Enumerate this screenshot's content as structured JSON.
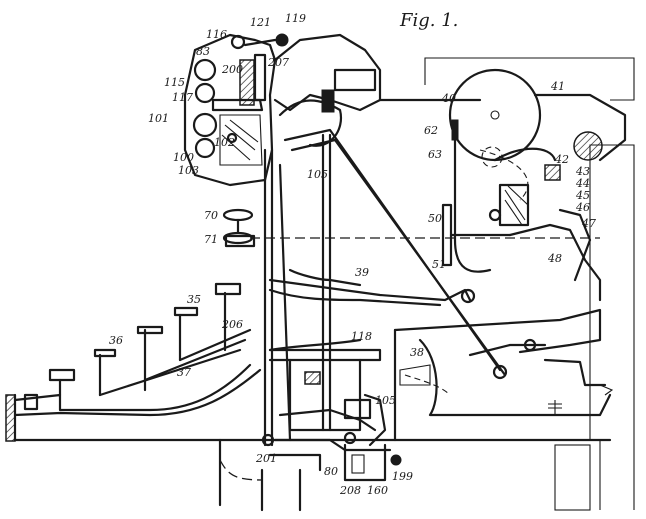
{
  "figure": {
    "title": "Fig. 1."
  },
  "labels": [
    "116",
    "121",
    "119",
    "83",
    "200",
    "207",
    "115",
    "117",
    "101",
    "102",
    "100",
    "103",
    "105",
    "40",
    "41",
    "62",
    "63",
    "42",
    "43",
    "44",
    "45",
    "46",
    "47",
    "48",
    "70",
    "71",
    "50",
    "51",
    "39",
    "35",
    "206",
    "36",
    "37",
    "118",
    "38",
    "105",
    "201",
    "80",
    "208",
    "160",
    "199"
  ]
}
